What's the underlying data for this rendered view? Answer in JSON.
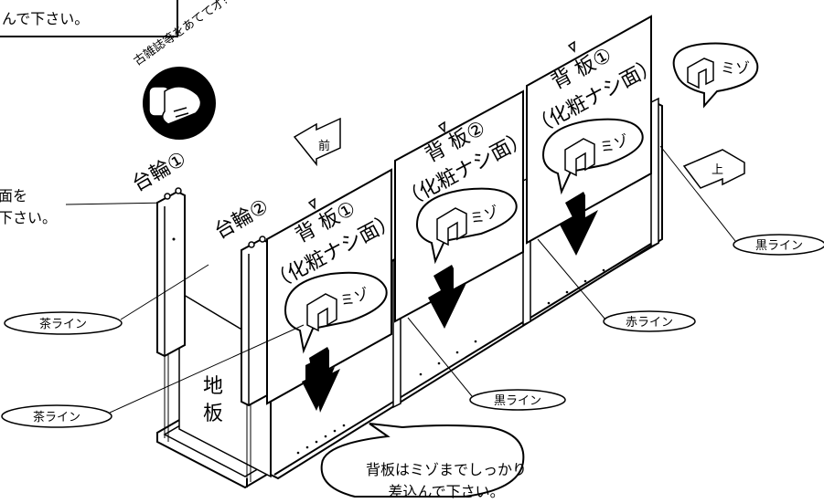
{
  "top_note": "んで下さい。",
  "magazine_tip": "古雑誌等をあてて才!",
  "side_note": {
    "line1": "面を",
    "line2": "下さい。"
  },
  "legs": {
    "left": "台輪①",
    "right": "台輪②"
  },
  "floor_label": {
    "char1": "地",
    "char2": "板"
  },
  "panels": [
    {
      "line1": "背 板①",
      "line2": "（化粧ナシ面）",
      "groove": "ミゾ"
    },
    {
      "line1": "背 板②",
      "line2": "（化粧ナシ面）",
      "groove": "ミゾ"
    },
    {
      "line1": "背 板①",
      "line2": "（化粧ナシ面）",
      "groove": "ミゾ"
    }
  ],
  "corner_groove": "ミゾ",
  "arrows": {
    "front": "前",
    "top": "上"
  },
  "line_tags": {
    "tea1": "茶ライン",
    "tea2": "茶ライン",
    "black_mid": "黒ライン",
    "red": "赤ライン",
    "black_right": "黒ライン"
  },
  "bottom_callout": {
    "line1": "背板はミゾまでしっかり",
    "line2": "差込んで下さい。"
  }
}
